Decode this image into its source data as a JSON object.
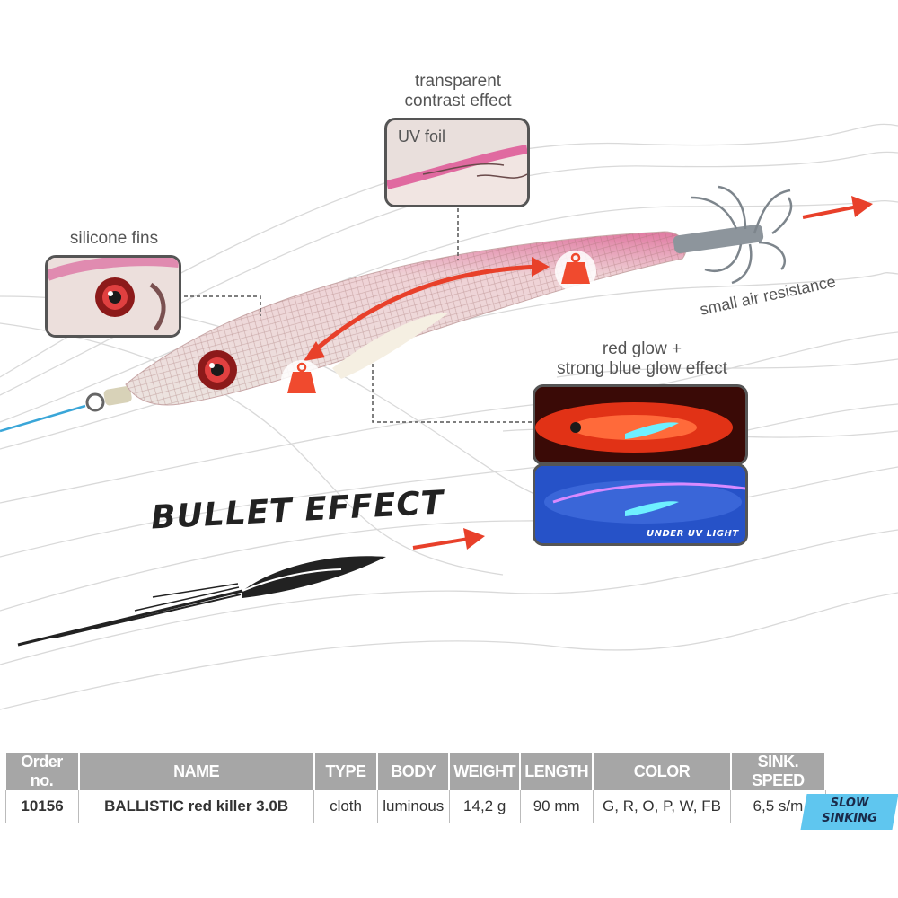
{
  "callouts": {
    "transparent": "transparent\ncontrast effect",
    "uv_foil": "UV foil",
    "silicone_fins": "silicone fins",
    "small_air": "small air resistance",
    "glow": "red glow +\nstrong blue glow effect",
    "under_uv": "UNDER UV LIGHT"
  },
  "bullet_effect": "BULLET EFFECT",
  "table": {
    "headers": [
      "Order no.",
      "NAME",
      "TYPE",
      "BODY",
      "WEIGHT",
      "LENGTH",
      "COLOR",
      "SINK. SPEED"
    ],
    "row": [
      "10156",
      "BALLISTIC red killer 3.0B",
      "cloth",
      "luminous",
      "14,2 g",
      "90 mm",
      "G, R, O, P, W, FB",
      "6,5 s/m"
    ]
  },
  "badge": "SLOW\nSINKING",
  "colors": {
    "arrow": "#e8402a",
    "weight": "#f04a2e",
    "badge": "#5fc6ef",
    "header": "#a6a6a6",
    "lure_pink": "#e8a0b4"
  },
  "icons": [
    "weight-icon",
    "arrow-icon",
    "bullet-icon",
    "squid-hook-icon"
  ]
}
